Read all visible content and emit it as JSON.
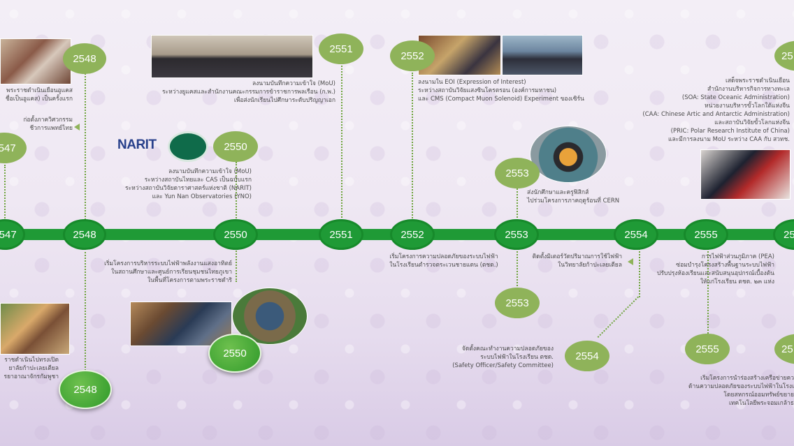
{
  "timeline": {
    "years": {
      "y2547": "2547",
      "y2548": "2548",
      "y2550": "2550",
      "y2551": "2551",
      "y2552": "2552",
      "y2553": "2553",
      "y2554": "2554",
      "y2555": "2555"
    },
    "edge_right": "25"
  },
  "events_above": {
    "e2548_royal": "พระราชดำเนินเยือนอูแคส\nชื่อเป็นอูแคส) เป็นครั้งแรก",
    "e2547_camp": "ก่อตั้งภาควิศวกรรม\nชีวการแพทย์ไทย",
    "e2550_mou_cern": "ลงนามบันทึกความเข้าใจ (MoU)\nระหว่างยูแคสและสำนักงานคณะกรรมการข้าราชการพลเรือน (ก.พ.)\nเพื่อส่งนักเรียนไปศึกษาระดับปริญญาเอก",
    "e2550_mou_cas": "ลงนามบันทึกความเข้าใจ (MoU)\nระหว่างสถาบันไทยและ CAS เป็นฉบับแรก\nระหว่างสถาบันวิจัยดาราศาสตร์แห่งชาติ (NARIT)\nและ Yun Nan Observatories (YNO)",
    "e2552_eoi": "ลงนามใน EOI (Expression of Interest)\nระหว่างสถาบันวิจัยแสงซินโครตรอน (องค์การมหาชน)\nและ CMS (Compact Muon Solenoid) Experiment ของเซิร์น",
    "e2553_cern": "ส่งนักศึกษาและครูฟิสิกส์\nไปร่วมโครงการภาคฤดูร้อนที่ CERN",
    "e2555_polar": "เสด็จพระราชดำเนินเยือน\nสำนักงานบริหารกิจการทางทะเล\n(SOA: State Oceanic Administration)\nหน่วยงานบริหารขั้วโลกใต้แห่งจีน\n(CAA: Chinese Artic and Antarctic Administration)\nและสถาบันวิจัยขั้วโลกแห่งจีน\n(PRIC: Polar Research Institute of China)\nและมีการลงนาม MoU ระหว่าง CAA กับ สวทช."
  },
  "events_below": {
    "e2548_solar": "เริ่มโครงการบริหารระบบไฟฟ้าพลังงานแสงอาทิตย์\nในสถานศึกษาและศูนย์การเรียนชุมชนไทยภูเขา\nในพื้นที่โครงการตามพระราชดำริ",
    "e2548_visit": "ราชดำเนินไปทรงเปิด\nยาลัยก้าปะเลยเตียล\nรยาอาณาจักรกัมพูชา",
    "e2552_safety": "เริ่มโครงการความปลอดภัยของระบบไฟฟ้า\nในโรงเรียนตำรวจตระเวนชายแดน (ตชด.)",
    "e2553_meter": "ติดตั้งมิเตอร์วัดปริมาณการใช้ไฟฟ้า\nในวิทยาลัยก้าปะเลยเตียล",
    "e2554_team": "จัดตั้งคณะทำงานความปลอดภัยของ\nระบบไฟฟ้าในโรงเรียน ตชด.\n(Safety Officer/Safety Committee)",
    "e2555_pea": "การไฟฟ้าส่วนภูมิภาค (PEA)\nซ่อมบำรุงโครงสร้างพื้นฐานระบบไฟฟ้า\nปรับปรุงห้องเรียนและสนับสนุนอุปกรณ์เบื้องต้น\nให้แก่โรงเรียน ตชด. ๒๓ แห่ง",
    "e2555_network": "เริ่มโครงการนำร่องสร้างเครือข่ายคว\nด้านความปลอดภัยของระบบไฟฟ้าในโรงเ\nโดยสหกรณ์ออมทรัพย์ขยาย\nเทคโนโลยีพระจอมเกล้าธ"
  },
  "logos": {
    "narit": "NARIT"
  },
  "colors": {
    "band": "#1f9a36",
    "disc": "#8fb35a",
    "text": "#4a4a4a"
  }
}
